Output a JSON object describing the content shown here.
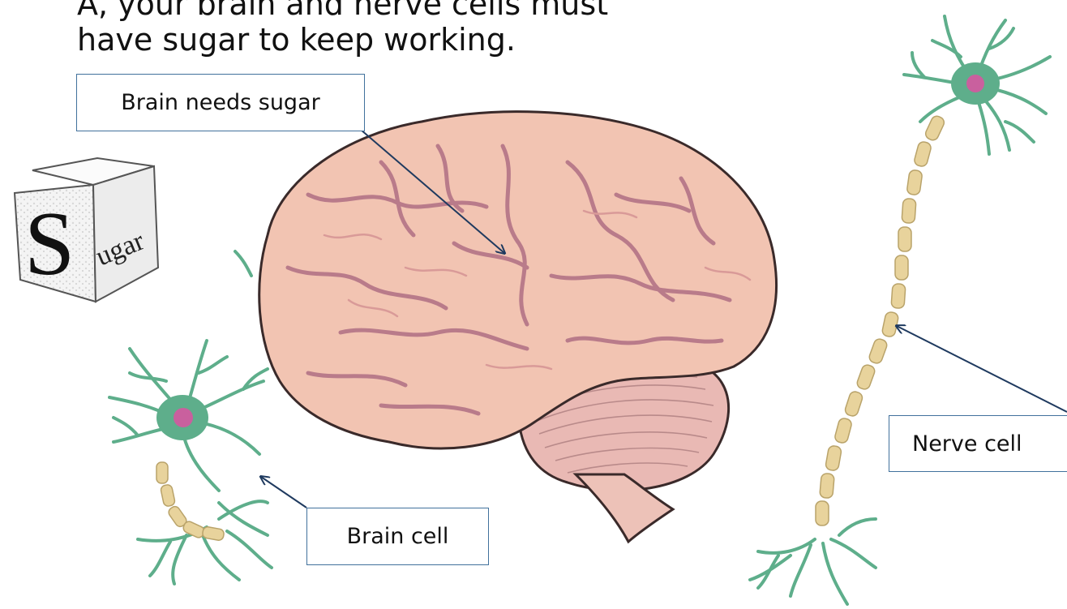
{
  "heading": {
    "line_cut": "A, your brain and nerve cells must",
    "line_main": "have sugar to keep working."
  },
  "labels": {
    "brain_needs": "Brain needs sugar",
    "brain_cell": "Brain cell",
    "nerve_cell": "Nerve cell"
  },
  "sugar_cube": {
    "big_letter": "S",
    "small_text": "ugar"
  },
  "colors": {
    "brain_fill": "#f2c4b2",
    "brain_fold": "#b97b8a",
    "cerebellum": "#e9b9b4",
    "neuron_green": "#5eae8b",
    "nucleus": "#c9609e",
    "myelin": "#e8d39c",
    "label_border": "#41719c",
    "arrow": "#1f3a5f"
  }
}
